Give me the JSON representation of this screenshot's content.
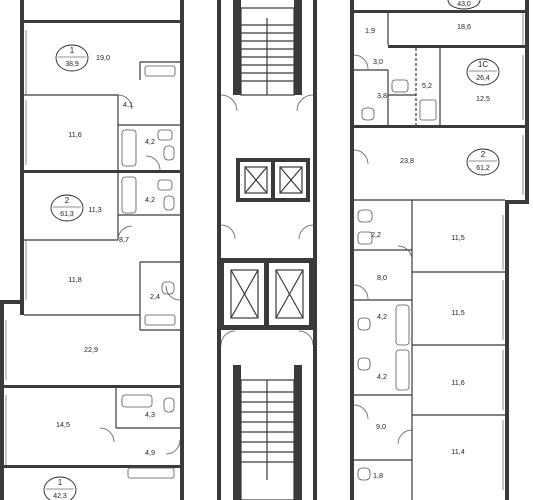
{
  "rooms": [
    {
      "id": "r1",
      "label": "19,0"
    },
    {
      "id": "r2",
      "label": "4,1"
    },
    {
      "id": "r3",
      "label": "11,6"
    },
    {
      "id": "r4",
      "label": "4,2"
    },
    {
      "id": "r5",
      "label": "4,2"
    },
    {
      "id": "r6",
      "label": "11,3"
    },
    {
      "id": "r7",
      "label": "8,7"
    },
    {
      "id": "r8",
      "label": "11,8"
    },
    {
      "id": "r9",
      "label": "2,4"
    },
    {
      "id": "r10",
      "label": "22,9"
    },
    {
      "id": "r11",
      "label": "14,5"
    },
    {
      "id": "r12",
      "label": "4,3"
    },
    {
      "id": "r13",
      "label": "4,9"
    },
    {
      "id": "r14",
      "label": "1,9"
    },
    {
      "id": "r15",
      "label": "18,6"
    },
    {
      "id": "r16",
      "label": "3,0"
    },
    {
      "id": "r17",
      "label": "3,8"
    },
    {
      "id": "r18",
      "label": "5,2"
    },
    {
      "id": "r19",
      "label": "12,5"
    },
    {
      "id": "r20",
      "label": "23,8"
    },
    {
      "id": "r21",
      "label": "2,2"
    },
    {
      "id": "r22",
      "label": "11,5"
    },
    {
      "id": "r23",
      "label": "8,0"
    },
    {
      "id": "r24",
      "label": "11,5"
    },
    {
      "id": "r25",
      "label": "4,2"
    },
    {
      "id": "r26",
      "label": "4,2"
    },
    {
      "id": "r27",
      "label": "11,6"
    },
    {
      "id": "r28",
      "label": "9,0"
    },
    {
      "id": "r29",
      "label": "11,4"
    },
    {
      "id": "r30",
      "label": "1,8"
    }
  ],
  "units": [
    {
      "id": "u1",
      "rooms": "1",
      "total": "38,9"
    },
    {
      "id": "u2",
      "rooms": "2",
      "total": "61,3"
    },
    {
      "id": "u3",
      "rooms": "1",
      "total": "42,3"
    },
    {
      "id": "u4",
      "rooms": "1С",
      "total": "26,4"
    },
    {
      "id": "u5",
      "rooms": "2",
      "total": "61,2"
    },
    {
      "id": "u6",
      "rooms": "",
      "total": "43,0"
    }
  ]
}
